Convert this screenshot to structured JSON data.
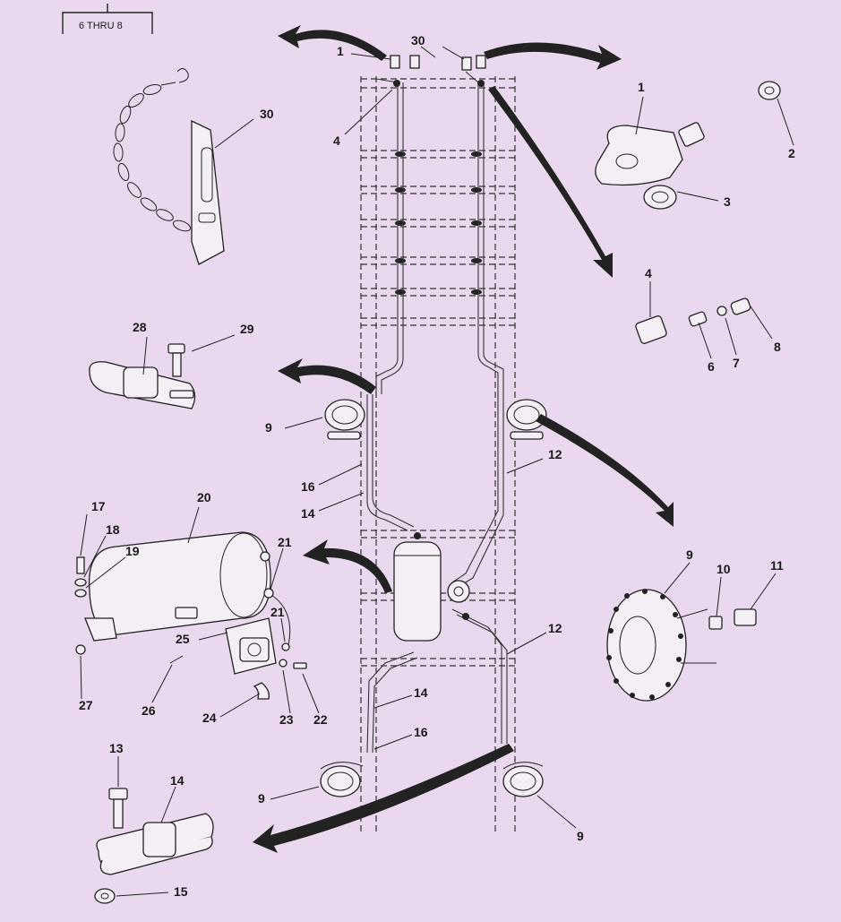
{
  "reference_box": {
    "text": "6 THRU 8"
  },
  "callouts": {
    "c1_top": "1",
    "c30_top": "30",
    "c4_top": "4",
    "c30_left": "30",
    "c1_right": "1",
    "c2": "2",
    "c3": "3",
    "c4_right": "4",
    "c6": "6",
    "c7": "7",
    "c8": "8",
    "c28": "28",
    "c29": "29",
    "c9_upper_left": "9",
    "c16_upper": "16",
    "c14_upper": "14",
    "c12_upper": "12",
    "c9_right": "9",
    "c10": "10",
    "c11": "11",
    "c20": "20",
    "c17": "17",
    "c18": "18",
    "c19": "19",
    "c21_a": "21",
    "c21_b": "21",
    "c25": "25",
    "c26": "26",
    "c27": "27",
    "c24": "24",
    "c23": "23",
    "c22": "22",
    "c12_lower": "12",
    "c14_lower": "14",
    "c16_lower": "16",
    "c9_lower_left": "9",
    "c9_lower_right": "9",
    "c13": "13",
    "c14_detail": "14",
    "c15": "15"
  },
  "colors": {
    "paper": "#ead8ee",
    "ink": "#222222"
  }
}
